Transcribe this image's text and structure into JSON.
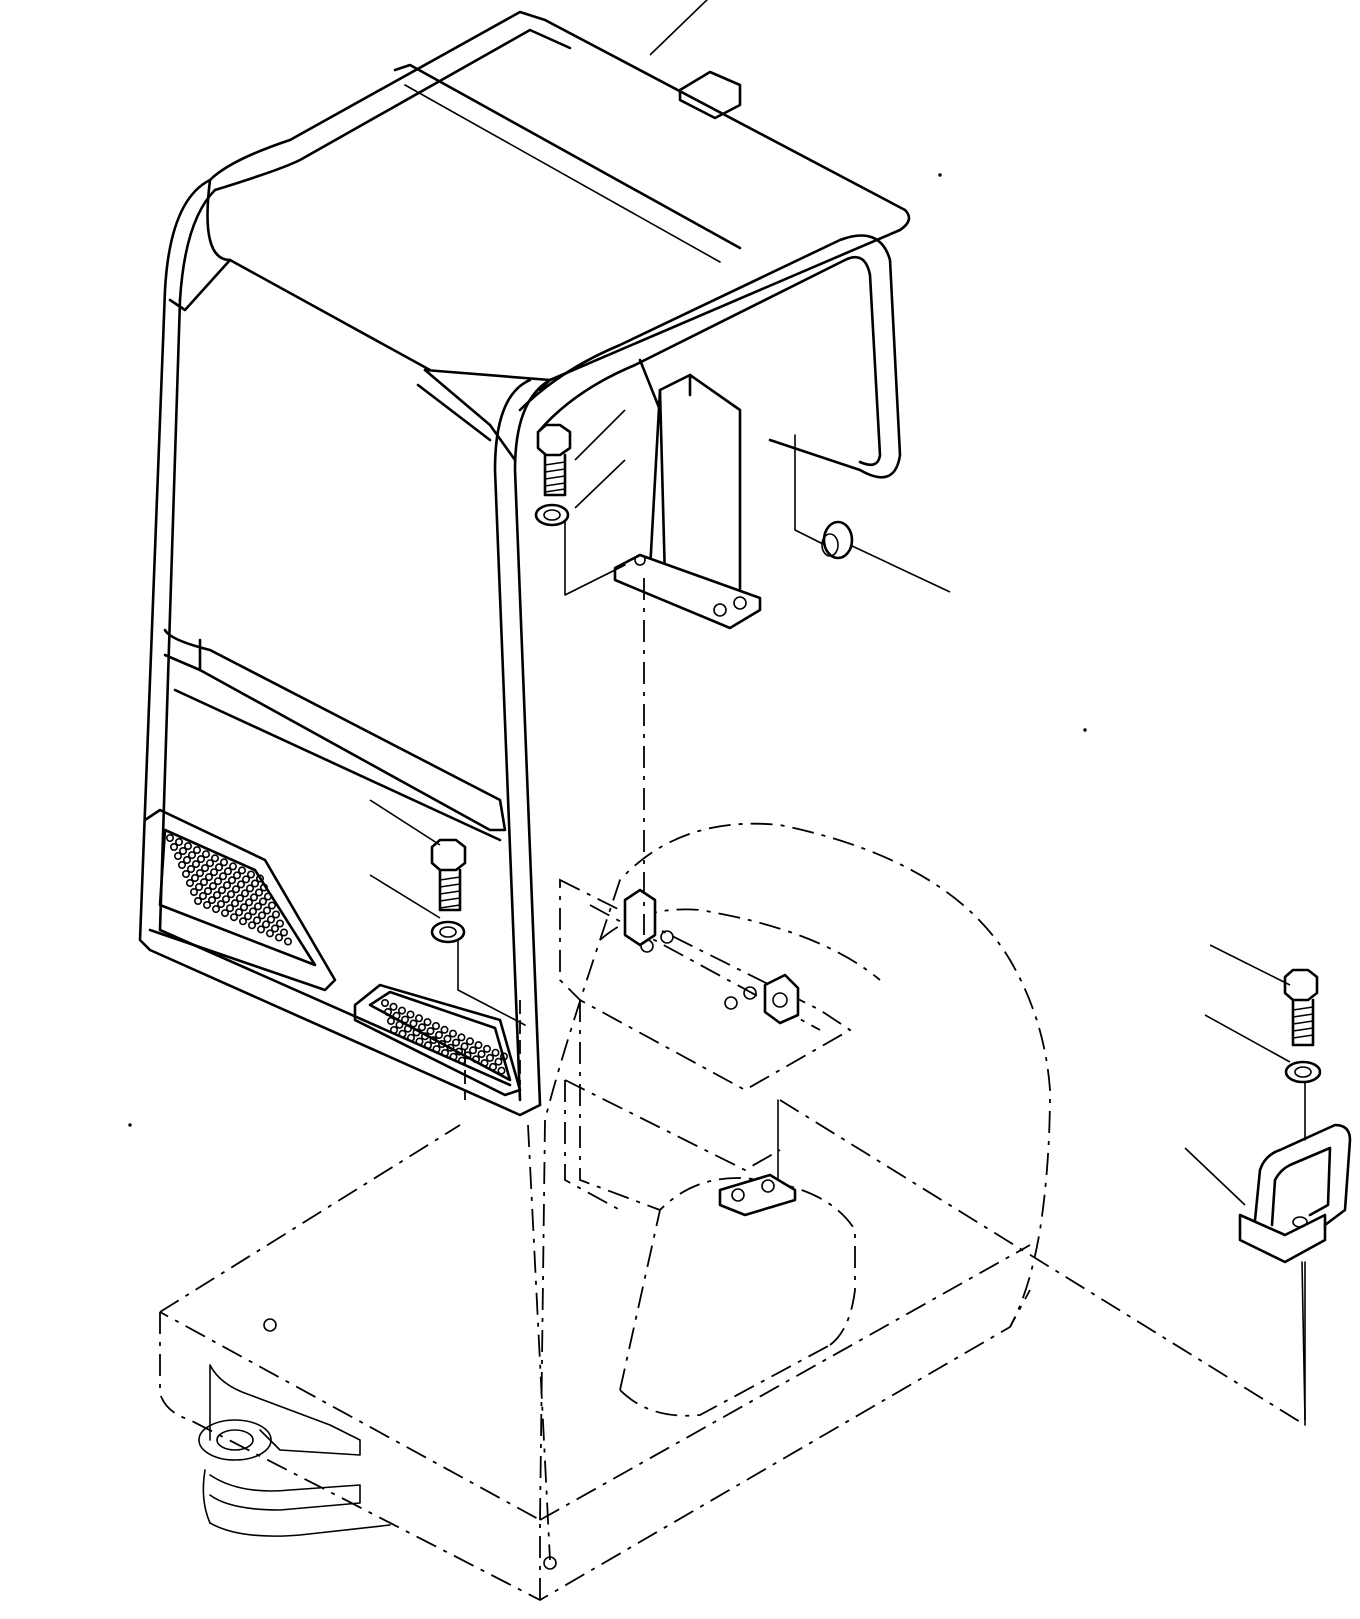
{
  "diagram": {
    "components": [
      {
        "id": "canopy",
        "icon": "rops-canopy-icon"
      },
      {
        "id": "upper-structure",
        "icon": "revolving-frame-icon"
      },
      {
        "id": "rear-support-bracket",
        "icon": "bracket-icon"
      },
      {
        "id": "loop-bracket",
        "icon": "u-bracket-icon"
      },
      {
        "id": "bolt-upper-left",
        "icon": "hex-bolt-icon"
      },
      {
        "id": "washer-upper-left",
        "icon": "washer-icon"
      },
      {
        "id": "bolt-lower-left",
        "icon": "hex-bolt-icon"
      },
      {
        "id": "washer-lower-left",
        "icon": "washer-icon"
      },
      {
        "id": "bolt-right",
        "icon": "hex-bolt-icon"
      },
      {
        "id": "washer-right",
        "icon": "washer-icon"
      },
      {
        "id": "rubber-plug",
        "icon": "grommet-icon"
      }
    ]
  }
}
